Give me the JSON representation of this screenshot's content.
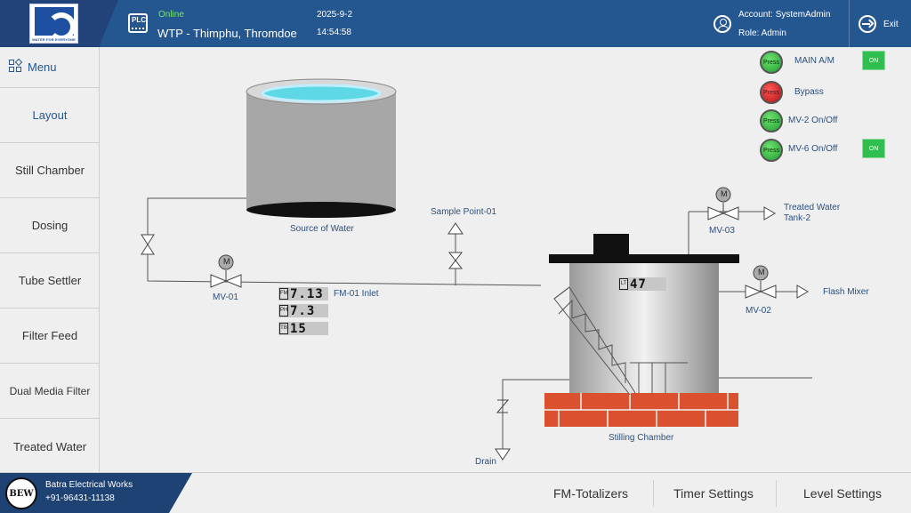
{
  "header": {
    "logo_tagline": "WATER FOR EVERYONE",
    "plc_icon_text": "PLC",
    "status": "Online",
    "site": "WTP - Thimphu, Thromdoe",
    "date": "2025-9-2",
    "time": "14:54:58",
    "account": "Account:  SystemAdmin",
    "role": "Role:  Admin",
    "exit_label": "Exit"
  },
  "sidebar": {
    "menu_label": "Menu",
    "items": [
      {
        "label": "Layout"
      },
      {
        "label": "Still Chamber"
      },
      {
        "label": "Dosing"
      },
      {
        "label": "Tube Settler"
      },
      {
        "label": "Filter Feed"
      },
      {
        "label": "Dual Media Filter"
      },
      {
        "label": "Treated Water"
      }
    ]
  },
  "footer": {
    "company": "Batra Electrical Works",
    "phone": "+91-96431-11138",
    "logo_text": "BEW",
    "buttons": [
      {
        "label": "FM-Totalizers"
      },
      {
        "label": "Timer Settings"
      },
      {
        "label": "Level Settings"
      }
    ]
  },
  "diagram": {
    "source_label": "Source of Water",
    "sample_point_label": "Sample Point-01",
    "chamber_label": "Stilling Chamber",
    "drain_label": "Drain",
    "treated_label_1": "Treated Water",
    "treated_label_2": "Tank-2",
    "flash_mixer_label": "Flash Mixer",
    "fm_inlet_label": "FM-01 Inlet",
    "motor_symbol": "M",
    "valves": {
      "mv01": "MV-01",
      "mv02": "MV-02",
      "mv03": "MV-03"
    },
    "displays": {
      "fm": {
        "tag": "FM",
        "value": "7.13"
      },
      "ph": {
        "tag": "PH",
        "value": "7.3"
      },
      "tb": {
        "tag": "TB",
        "value": "15"
      },
      "lt": {
        "tag": "LT",
        "value": "47"
      }
    }
  },
  "controls": [
    {
      "label": "MAIN A/M",
      "button": "Press",
      "state": "ON",
      "color": "#2fbf4f"
    },
    {
      "label": "Bypass",
      "button": "Press",
      "color": "#d01818"
    },
    {
      "label": "MV-2 On/Off",
      "button": "Press",
      "color": "#2fbf4f"
    },
    {
      "label": "MV-6 On/Off",
      "button": "Press",
      "state": "ON",
      "color": "#2fbf4f"
    }
  ],
  "colors": {
    "header": "#24568f",
    "header_dark": "#22427a",
    "online": "#7be07b",
    "label": "#2b4f7f",
    "brick": "#d9512f"
  }
}
